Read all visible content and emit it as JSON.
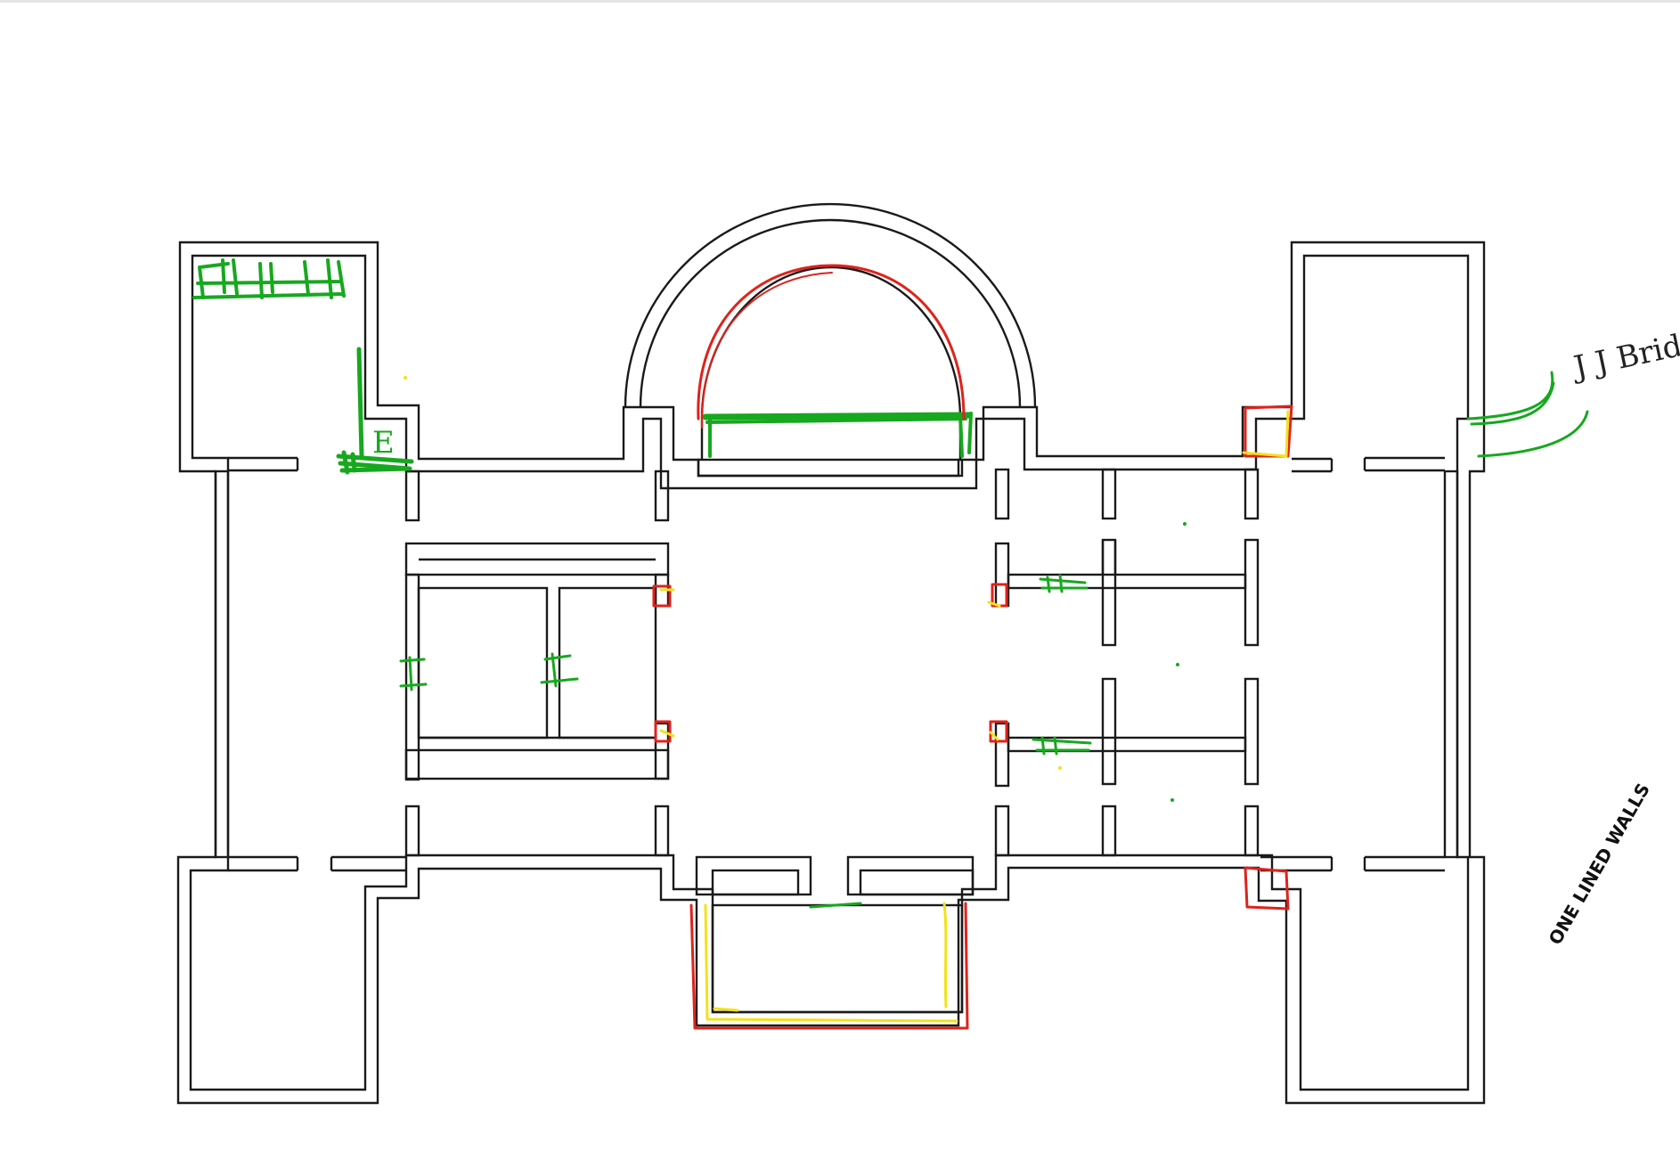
{
  "drawing": {
    "annotation_name": "J J Brid",
    "annotation_walls": "ONE LINED WALLS",
    "stair_letter": "E",
    "marker_colors": {
      "green": "#17a81f",
      "red": "#e0221b",
      "yellow": "#f2e21a"
    }
  }
}
